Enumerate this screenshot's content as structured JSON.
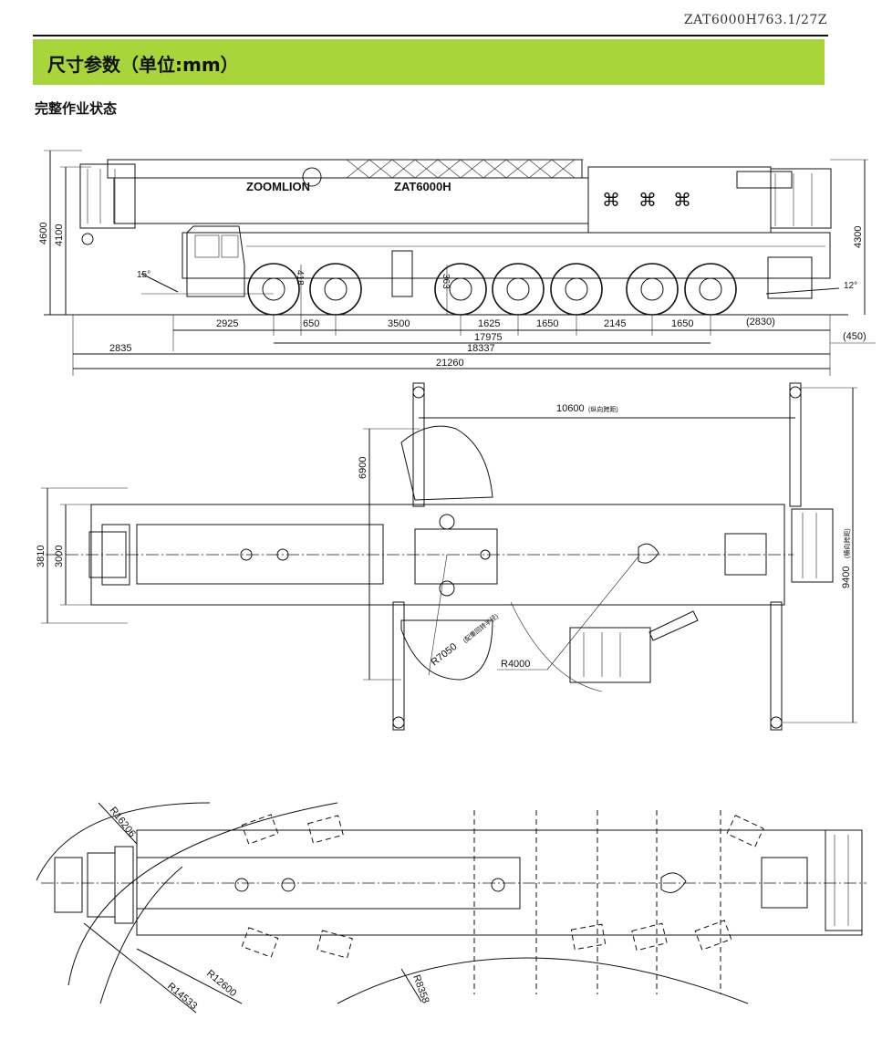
{
  "header": {
    "doc_code": "ZAT6000H763.1/27Z"
  },
  "section": {
    "title": "尺寸参数（单位:mm）",
    "subtitle": "完整作业状态"
  },
  "brand": {
    "accent_color": "#a7d53a",
    "logo_text": "ZOOMLION",
    "model_text": "ZAT6000H"
  },
  "side_view": {
    "angle_left": "15°",
    "angle_right": "12°",
    "heights": {
      "overall": "4600",
      "boom": "4100",
      "rear": "4300",
      "clearance_a": "418",
      "clearance_b": "363"
    },
    "axle_spacing": [
      "2925",
      "650",
      "3500",
      "1625",
      "1650",
      "2145",
      "1650",
      "(2830)"
    ],
    "overall": {
      "front_overhang": "2835",
      "wheelbase_total": "17975",
      "carrier_length": "18337",
      "total_length": "21260",
      "rear_overhang": "(450)"
    }
  },
  "top_view": {
    "outrigger_span_long": "10600",
    "outrigger_span_long_note": "(纵向跨距)",
    "outrigger_half": "6900",
    "width_outer": "3810",
    "width_inner": "3000",
    "outrigger_span_transverse": "9400",
    "outrigger_span_transverse_note": "(横向跨距)",
    "tail_radius": "R7050",
    "tail_radius_note": "(配重回转半径)",
    "small_radius": "R4000"
  },
  "turning_view": {
    "radii": [
      "R16206",
      "R14533",
      "R12600",
      "R8358"
    ]
  }
}
